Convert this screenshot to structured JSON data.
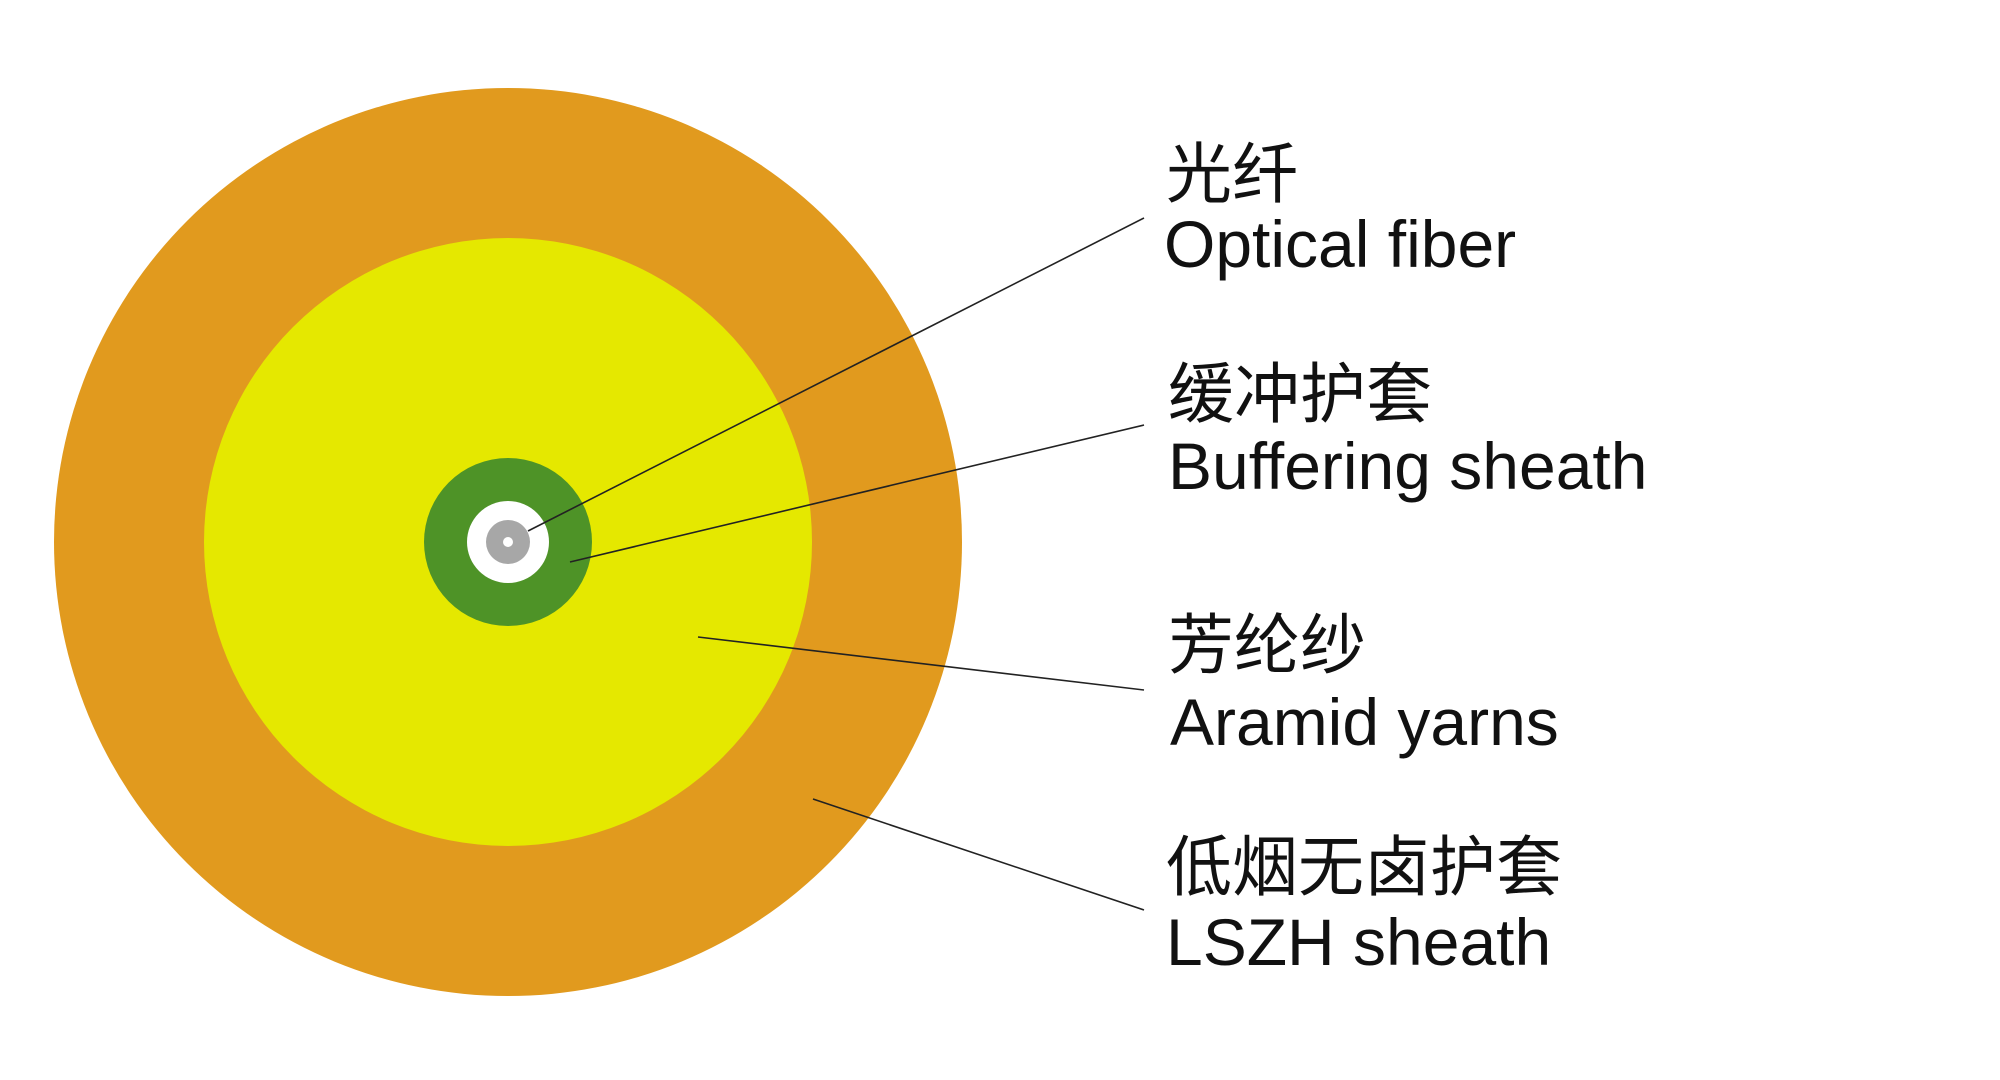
{
  "colors": {
    "lszh_sheath": "#E19A1E",
    "aramid_yarns": "#E5E800",
    "buffering_sheath": "#4E9327",
    "fiber_cladding": "#FFFFFF",
    "fiber_core_outer": "#A7A7A7",
    "fiber_core_inner": "#FFFFFF",
    "leader_line": "#222222",
    "text": "#111111"
  },
  "layers": [
    {
      "id": "optical-fiber",
      "label_cn": "光纤",
      "label_en": "Optical fiber"
    },
    {
      "id": "buffering-sheath",
      "label_cn": "缓冲护套",
      "label_en": "Buffering sheath"
    },
    {
      "id": "aramid-yarns",
      "label_cn": "芳纶纱",
      "label_en": "Aramid yarns"
    },
    {
      "id": "lszh-sheath",
      "label_cn": "低烟无卤护套",
      "label_en": "LSZH sheath"
    }
  ]
}
